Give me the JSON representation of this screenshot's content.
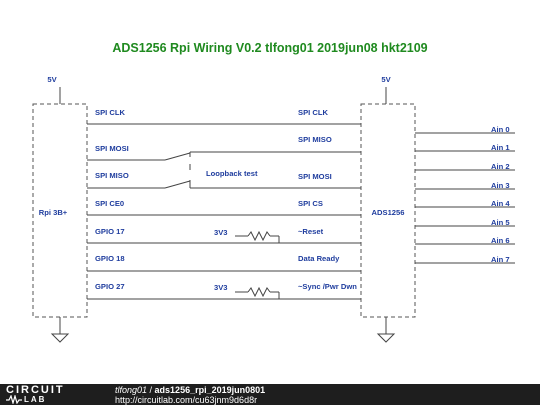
{
  "title": "ADS1256 Rpi Wiring V0.2 tlfong01 2019jun08 hkt2109",
  "left_supply": "5V",
  "right_supply": "5V",
  "left_block": "Rpi 3B+",
  "right_block": "ADS1256",
  "left_pins": [
    "SPI CLK",
    "SPI MOSI",
    "SPI MISO",
    "SPI CE0",
    "GPIO 17",
    "GPIO 18",
    "GPIO 27"
  ],
  "right_pins": [
    "SPI CLK",
    "SPI MISO",
    "SPI MOSI",
    "SPI CS",
    "~Reset",
    "Data Ready",
    "~Sync /Pwr Dwn"
  ],
  "analog_inputs": [
    "Ain 0",
    "Ain 1",
    "Ain 2",
    "Ain 3",
    "Ain 4",
    "Ain 5",
    "Ain 6",
    "Ain 7"
  ],
  "loopback_label": "Loopback test",
  "resistor_labels": [
    "3V3",
    "3V3"
  ],
  "footer": {
    "logo_top": "CIRCUIT",
    "logo_bottom": "LAB",
    "user": "tlfong01",
    "separator": " / ",
    "project": "ads1256_rpi_2019jun0801",
    "url": "http://circuitlab.com/cu63jnm9d6d8r"
  }
}
